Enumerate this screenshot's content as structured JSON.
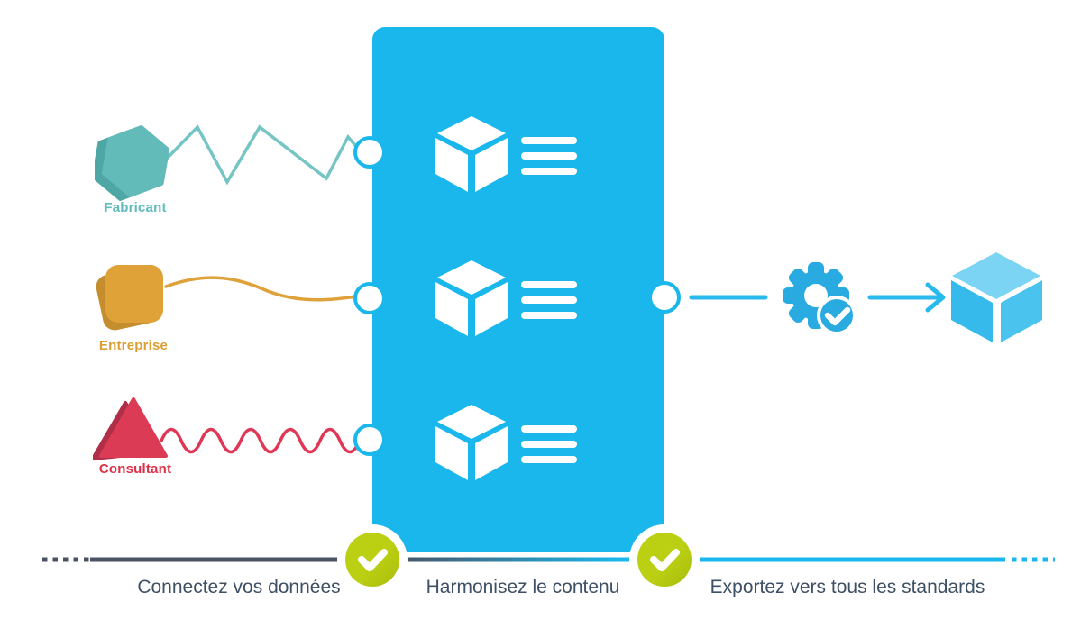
{
  "sources": [
    {
      "label": "Fabricant",
      "shape": "hexagon",
      "color": "#62BBB9",
      "color_dark": "#4EA6A5",
      "line_style": "zigzag"
    },
    {
      "label": "Entreprise",
      "shape": "rounded-square",
      "color": "#DFA238",
      "color_dark": "#C48E2E",
      "line_style": "smooth-curve"
    },
    {
      "label": "Consultant",
      "shape": "triangle",
      "color": "#DC3B55",
      "color_dark": "#AE2F47",
      "line_style": "sine-wave"
    }
  ],
  "hub": {
    "items": [
      {
        "icon": "cube-list-icon"
      },
      {
        "icon": "cube-list-icon"
      },
      {
        "icon": "cube-list-icon"
      }
    ],
    "color": "#19B7EB"
  },
  "process": {
    "icon": "gear-check-icon",
    "color": "#29ABE2"
  },
  "output": {
    "icon": "cube-3d-icon",
    "top_color": "#7CD4F4",
    "left_color": "#35BAEB",
    "right_color": "#4AC3EF"
  },
  "steps": [
    {
      "label": "Connectez vos données",
      "status_icon": "check-icon",
      "status_color": "#B1C713"
    },
    {
      "label": "Harmonisez le contenu",
      "status_icon": "check-icon",
      "status_color": "#B1C713"
    },
    {
      "label": "Exportez vers tous les standards",
      "status_icon": "check-icon",
      "status_color": "#B1C713"
    }
  ],
  "timeline": {
    "start_color": "#4A5264",
    "end_color": "#19B7EB",
    "label_color": "#3E5065"
  }
}
